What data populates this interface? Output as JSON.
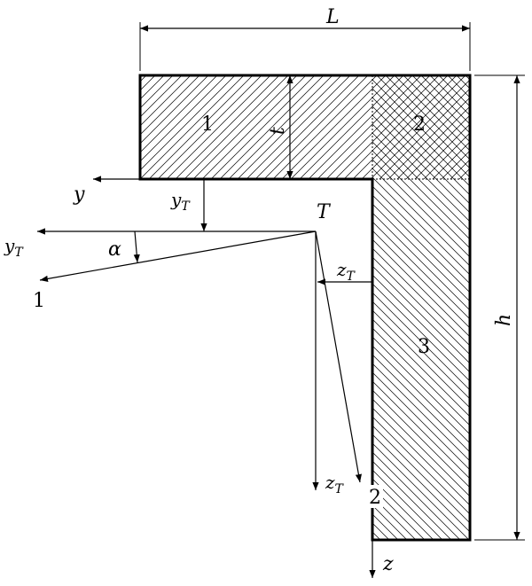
{
  "figure": {
    "dimensions": {
      "width_label": "L",
      "height_label": "h",
      "thickness_label": "t"
    },
    "regions": {
      "r1": "1",
      "r2": "2",
      "r3": "3"
    },
    "axes": {
      "y": "y",
      "z": "z",
      "yT_main": "y",
      "yT_sub": "T",
      "yT_left_main": "y",
      "yT_left_sub": "T",
      "zT_inner_main": "z",
      "zT_inner_sub": "T",
      "zT_bottom_main": "z",
      "zT_bottom_sub": "T",
      "centroid": "T",
      "principal_1": "1",
      "principal_2": "2",
      "angle": "α"
    }
  }
}
